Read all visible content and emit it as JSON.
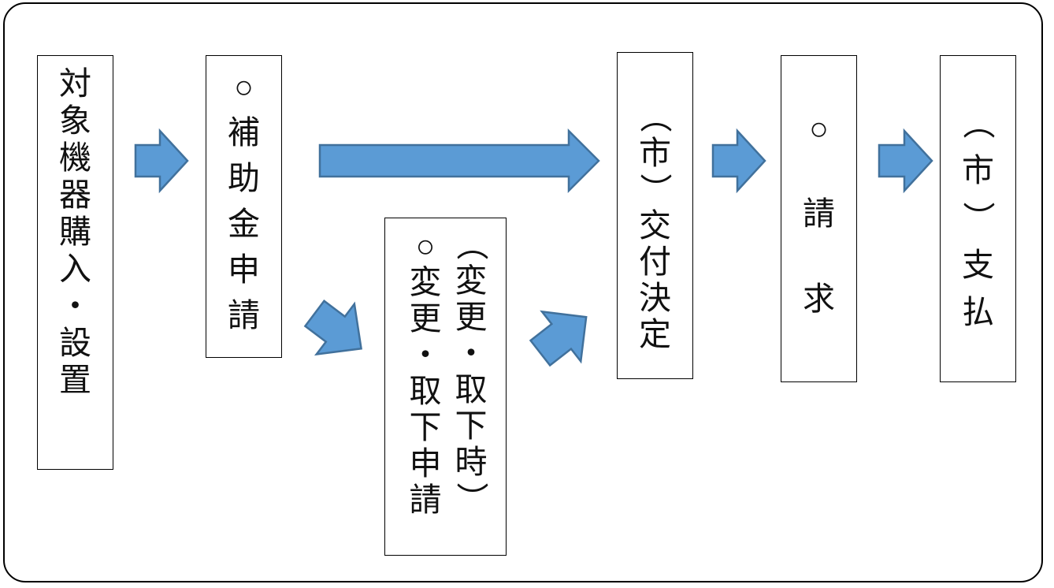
{
  "flow": {
    "step1": "対象機器購入・設置",
    "step2": "○補助金申請",
    "step3a": "（変更・取下時）",
    "step3b": "○変更・取下申請",
    "step4": "（市）交付決定",
    "step5": "○請求",
    "step6": "（市）支払"
  },
  "colors": {
    "arrow_fill": "#5b9bd5",
    "arrow_stroke": "#41719c"
  }
}
